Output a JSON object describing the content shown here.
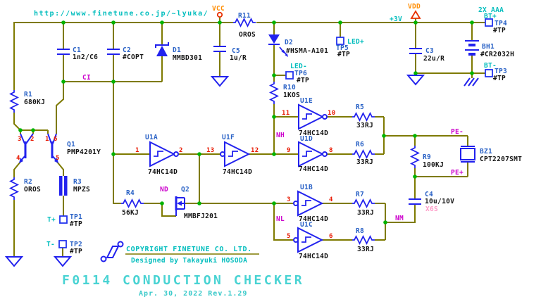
{
  "colors": {
    "wire": "#7e7a00",
    "symbol": "#2222ee",
    "reference": "#2a62c6",
    "value": "#141414",
    "net_label": "#cc00cc",
    "pin_number": "#e81800",
    "cyan_label": "#00bdbd",
    "power_label": "#ff8c00",
    "junction": "#00b400",
    "title": "#49d3d3",
    "pink_note": "#ff9cc8",
    "background": "#ffffff"
  },
  "url": "http://www.finetune.co.jp/~lyuka/",
  "power": {
    "vcc": "VCC",
    "vdd": "VDD",
    "rail": "+3V"
  },
  "battery": {
    "pack": "2X AAA",
    "bt_plus": "BT+",
    "bt_minus": "BT-",
    "holder_ref": "BH1",
    "holder_value": "#CR2032H"
  },
  "ports": {
    "t_plus": "T+",
    "t_minus": "T-",
    "led_plus": "LED+",
    "led_minus": "LED-"
  },
  "nets": {
    "ci": "CI",
    "nh": "NH",
    "nl": "NL",
    "nd": "ND",
    "nm": "NM",
    "pe_minus": "PE-",
    "pe_plus": "PE+"
  },
  "resistors": {
    "r1": {
      "ref": "R1",
      "value": "680KJ"
    },
    "r2": {
      "ref": "R2",
      "value": "OROS"
    },
    "r3": {
      "ref": "R3",
      "value": "MPZS"
    },
    "r4": {
      "ref": "R4",
      "value": "56KJ"
    },
    "r5": {
      "ref": "R5",
      "value": "33RJ"
    },
    "r6": {
      "ref": "R6",
      "value": "33RJ"
    },
    "r7": {
      "ref": "R7",
      "value": "33RJ"
    },
    "r8": {
      "ref": "R8",
      "value": "33RJ"
    },
    "r9": {
      "ref": "R9",
      "value": "100KJ"
    },
    "r10": {
      "ref": "R10",
      "value": "1KOS"
    },
    "r11": {
      "ref": "R11",
      "value": "OROS"
    }
  },
  "capacitors": {
    "c1": {
      "ref": "C1",
      "value": "1n2/C6"
    },
    "c2": {
      "ref": "C2",
      "value": "#COPT"
    },
    "c3": {
      "ref": "C3",
      "value": "22u/R"
    },
    "c4": {
      "ref": "C4",
      "value": "10u/10V",
      "note": "X6S"
    },
    "c5": {
      "ref": "C5",
      "value": "1u/R"
    }
  },
  "diodes": {
    "d1": {
      "ref": "D1",
      "value": "MMBD301"
    },
    "d2": {
      "ref": "D2",
      "value": "#HSMA-A101"
    }
  },
  "transistors": {
    "q1": {
      "ref": "Q1",
      "value": "PMP4201Y",
      "pins": [
        "3",
        "2",
        "1",
        "6",
        "4",
        "5"
      ]
    },
    "q2": {
      "ref": "Q2",
      "value": "MMBFJ201"
    }
  },
  "gates": {
    "u1a": {
      "ref": "U1A",
      "part": "74HC14D",
      "pin_in": "1",
      "pin_out": "2"
    },
    "u1b": {
      "ref": "U1B",
      "part": "74HC14D",
      "pin_in": "3",
      "pin_out": "4"
    },
    "u1c": {
      "ref": "U1C",
      "part": "74HC14D",
      "pin_in": "5",
      "pin_out": "6"
    },
    "u1d": {
      "ref": "U1D",
      "part": "74HC14D",
      "pin_in": "9",
      "pin_out": "8"
    },
    "u1e": {
      "ref": "U1E",
      "part": "74HC14D",
      "pin_in": "11",
      "pin_out": "10"
    },
    "u1f": {
      "ref": "U1F",
      "part": "74HC14D",
      "pin_in": "13",
      "pin_out": "12"
    }
  },
  "buzzer": {
    "ref": "BZ1",
    "value": "CPT2207SMT"
  },
  "testpoints": {
    "tp1": {
      "ref": "TP1",
      "value": "#TP"
    },
    "tp2": {
      "ref": "TP2",
      "value": "#TP"
    },
    "tp3": {
      "ref": "TP3",
      "value": "#TP"
    },
    "tp4": {
      "ref": "TP4",
      "value": "#TP"
    },
    "tp5": {
      "ref": "TP5",
      "value": "#TP"
    },
    "tp6": {
      "ref": "TP6",
      "value": "#TP"
    }
  },
  "title_block": {
    "copyright": "COPYRIGHT FINETUNE CO. LTD.",
    "designer": "Designed by Takayuki HOSODA",
    "title": "F0114 CONDUCTION CHECKER",
    "revision": "Apr. 30, 2022 Rev.1.29"
  }
}
